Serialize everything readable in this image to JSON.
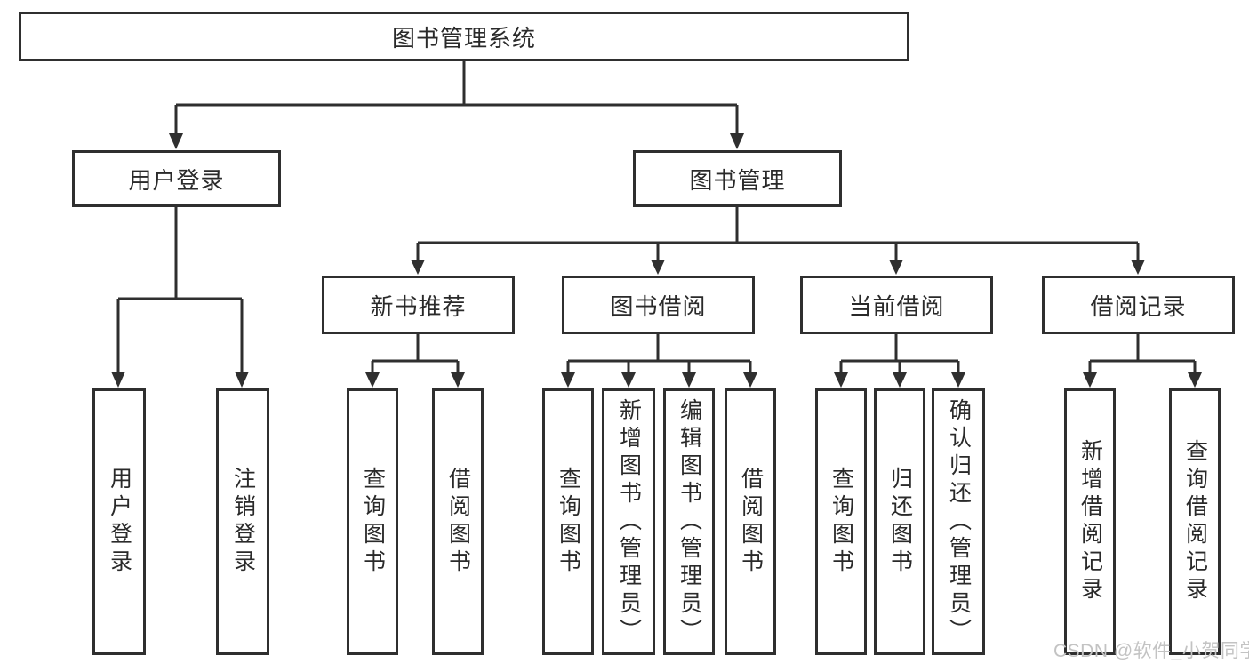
{
  "diagram": {
    "root": {
      "label": "图书管理系统"
    },
    "user_login": {
      "label": "用户登录",
      "children": {
        "login": {
          "label": "用户登录"
        },
        "logout": {
          "label": "注销登录"
        }
      }
    },
    "book_mgmt": {
      "label": "图书管理",
      "children": {
        "new_book_rec": {
          "label": "新书推荐",
          "children": {
            "query_book": {
              "label": "查询图书"
            },
            "borrow_book": {
              "label": "借阅图书"
            }
          }
        },
        "book_borrow": {
          "label": "图书借阅",
          "children": {
            "query_book": {
              "label": "查询图书"
            },
            "add_book": {
              "label": "新增图书（管理员）"
            },
            "edit_book": {
              "label": "编辑图书（管理员）"
            },
            "borrow_book": {
              "label": "借阅图书"
            }
          }
        },
        "current_borrow": {
          "label": "当前借阅",
          "children": {
            "query_book": {
              "label": "查询图书"
            },
            "return_book": {
              "label": "归还图书"
            },
            "confirm_return": {
              "label": "确认归还（管理员）"
            }
          }
        },
        "borrow_records": {
          "label": "借阅记录",
          "children": {
            "add_record": {
              "label": "新增借阅记录"
            },
            "query_record": {
              "label": "查询借阅记录"
            }
          }
        }
      }
    }
  },
  "watermark": {
    "text": "CSDN @软件_小贺同学"
  },
  "colors": {
    "line": "#2f2f2f",
    "text": "#2a2a2a",
    "watermark": "#c3c3c3",
    "background": "#ffffff"
  }
}
